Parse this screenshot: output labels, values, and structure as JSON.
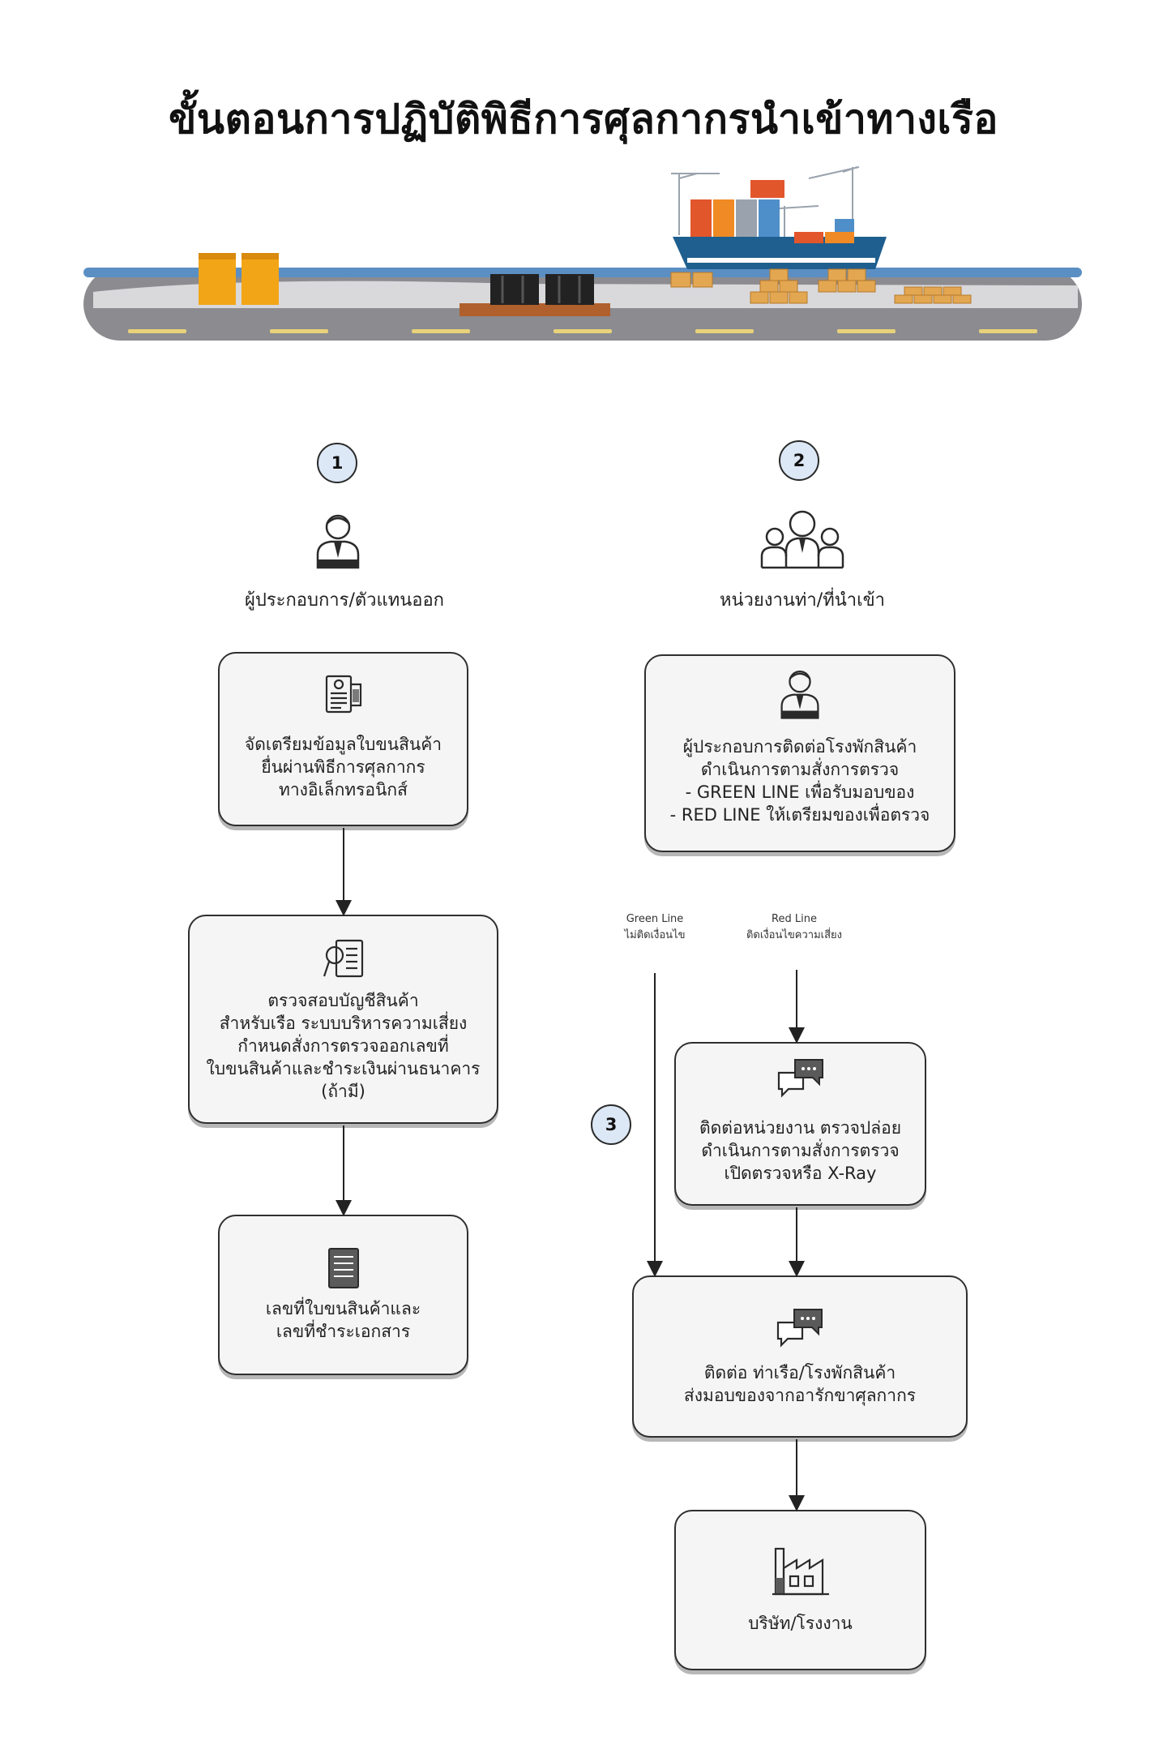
{
  "title": "ขั้นตอนการปฏิบัติพิธีการศุลกากรนำเข้าทางเรือ",
  "steps": {
    "step1": "1",
    "step2": "2",
    "step3": "3"
  },
  "roles": {
    "operator": "ผู้ประกอบการ/ตัวแทนออก",
    "port_authority": "หน่วยงานท่า/ที่นำเข้า"
  },
  "left_boxes": [
    {
      "lines": [
        "จัดเตรียมข้อมูลใบขนสินค้า",
        "ยื่นผ่านพิธีการศุลกากร",
        "ทางอิเล็กทรอนิกส์"
      ]
    },
    {
      "lines": [
        "ตรวจสอบบัญชีสินค้า",
        "สำหรับเรือ ระบบบริหารความเสี่ยง",
        "กำหนดสั่งการตรวจออกเลขที่",
        "ใบขนสินค้าและชำระเงินผ่านธนาคาร",
        "(ถ้ามี)"
      ]
    },
    {
      "lines": [
        "เลขที่ใบขนสินค้าและ",
        "เลขที่ชำระเอกสาร"
      ]
    }
  ],
  "right_boxes": [
    {
      "lines": [
        "ผู้ประกอบการติดต่อโรงพักสินค้า",
        "ดำเนินการตามสั่งการตรวจ",
        "- GREEN LINE เพื่อรับมอบของ",
        "- RED LINE ให้เตรียมของเพื่อตรวจ"
      ]
    },
    {
      "lines": [
        "ติดต่อหน่วยงาน ตรวจปล่อย",
        "ดำเนินการตามสั่งการตรวจ",
        "เปิดตรวจหรือ X-Ray"
      ]
    },
    {
      "lines": [
        "ติดต่อ ท่าเรือ/โรงพักสินค้า",
        "ส่งมอบของจากอารักขาศุลกากร"
      ]
    },
    {
      "lines": [
        "บริษัท/โรงงาน"
      ]
    }
  ],
  "line_labels": {
    "green": {
      "name": "Green Line",
      "desc": "ไม่ติดเงื่อนไข"
    },
    "red": {
      "name": "Red Line",
      "desc": "ติดเงื่อนไขความเสี่ยง"
    }
  },
  "icons": {
    "operator": "businessman-icon",
    "port_authority": "group-people-icon",
    "document": "document-icon",
    "inspect": "magnifier-document-icon",
    "ledger": "ledger-icon",
    "chat": "chat-bubbles-icon",
    "factory": "factory-icon"
  },
  "colors": {
    "box_bg": "#f5f5f5",
    "box_border": "#2f2f2f",
    "step_circle": "#dde8f6",
    "road": "#8e8e93",
    "water": "#5b8fc4"
  }
}
